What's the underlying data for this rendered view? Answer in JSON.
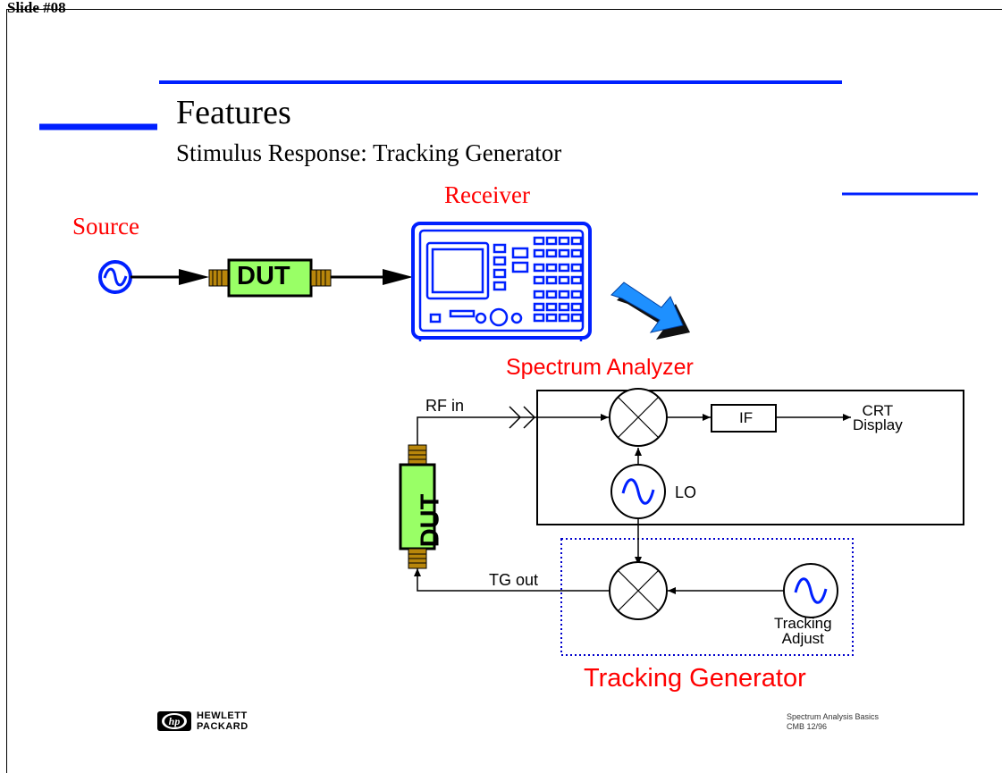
{
  "slide": {
    "label": "Slide #08"
  },
  "header": {
    "title": "Features",
    "subtitle": "Stimulus Response: Tracking Generator"
  },
  "top_diagram": {
    "source_label": "Source",
    "receiver_label": "Receiver",
    "dut_label": "DUT"
  },
  "block_diagram": {
    "spectrum_analyzer_title": "Spectrum Analyzer",
    "tracking_generator_title": "Tracking Generator",
    "rf_in": "RF in",
    "if_block": "IF",
    "crt_line1": "CRT",
    "crt_line2": "Display",
    "lo": "LO",
    "tg_out": "TG out",
    "tracking_line1": "Tracking",
    "tracking_line2": "Adjust",
    "dut_label": "DUT"
  },
  "footer": {
    "brand_line1": "HEWLETT",
    "brand_line2": "PACKARD",
    "brand_logo_text": "hp",
    "note_line1": "Spectrum Analysis Basics",
    "note_line2": "CMB  12/96"
  },
  "colors": {
    "accent_blue": "#0020ff",
    "label_red": "#ff0000",
    "dut_green": "#99ff66",
    "connector_gold": "#b8860b",
    "tg_box_blue": "#0000cc"
  }
}
